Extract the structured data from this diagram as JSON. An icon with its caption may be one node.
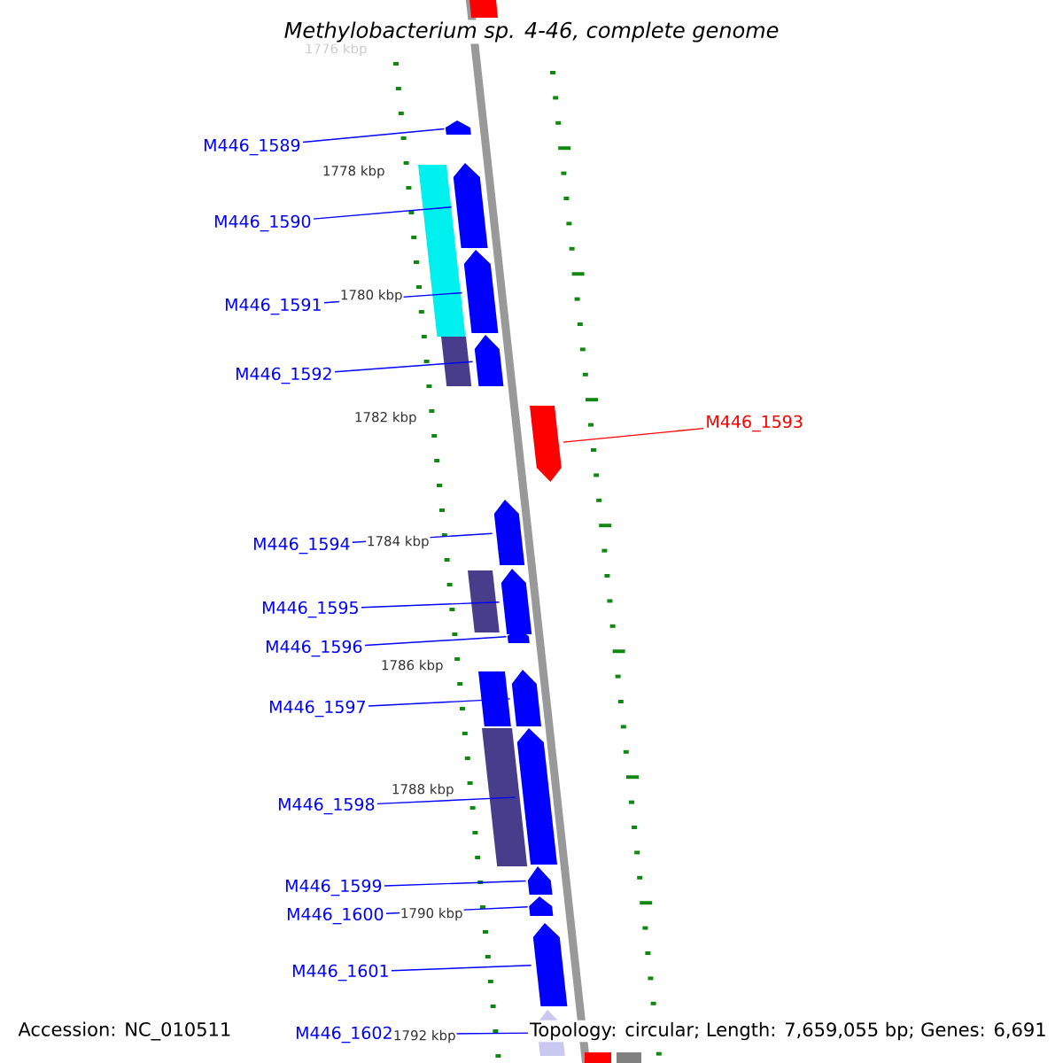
{
  "diagram": {
    "title": "Methylobacterium sp. 4-46, complete genome",
    "nodes": [
      {
        "text": [
          "M446_1589"
        ]
      },
      {
        "text": [
          "M446_1590"
        ]
      },
      {
        "text": [
          "M446_1591"
        ]
      },
      {
        "text": [
          "M446_1592"
        ]
      },
      {
        "text": [
          "M446_1593"
        ]
      },
      {
        "text": [
          "M446_1594"
        ]
      },
      {
        "text": [
          "M446_1595"
        ]
      },
      {
        "text": [
          "M446_1596"
        ]
      },
      {
        "text": [
          "M446_1597"
        ]
      },
      {
        "text": [
          "M446_1598"
        ]
      },
      {
        "text": [
          "M446_1599"
        ]
      },
      {
        "text": [
          "M446_1600"
        ]
      },
      {
        "text": [
          "M446_1601"
        ]
      },
      {
        "text": [
          "M446_1602"
        ]
      },
      {
        "text": [],
        "shape": "arrow"
      },
      {
        "text": [],
        "shape": "arrow"
      },
      {
        "text": [],
        "shape": "arrow"
      },
      {
        "text": [],
        "shape": "arrow"
      },
      {
        "text": [],
        "shape": "arrow"
      },
      {
        "text": [],
        "shape": "arrow"
      },
      {
        "text": [],
        "shape": "arrow"
      },
      {
        "text": [],
        "shape": "arrow"
      },
      {
        "text": [],
        "shape": "arrow"
      },
      {
        "text": [],
        "shape": "arrow"
      },
      {
        "text": [],
        "shape": "arrow"
      },
      {
        "text": [],
        "shape": "arrow"
      },
      {
        "text": [],
        "shape": "arrow"
      },
      {
        "text": [],
        "shape": "arrow"
      },
      {
        "text": [],
        "shape": "bar"
      },
      {
        "text": [],
        "shape": "bar"
      },
      {
        "text": [],
        "shape": "bar"
      },
      {
        "text": [],
        "shape": "bar"
      },
      {
        "text": [],
        "shape": "bar"
      }
    ],
    "edges": [
      {
        "from": 0,
        "to": 14,
        "arrow": "none"
      },
      {
        "from": 1,
        "to": 15,
        "arrow": "none"
      },
      {
        "from": 2,
        "to": 16,
        "arrow": "none"
      },
      {
        "from": 3,
        "to": 17,
        "arrow": "none"
      },
      {
        "from": 4,
        "to": 18,
        "arrow": "none",
        "color": "#ff0000"
      },
      {
        "from": 5,
        "to": 19,
        "arrow": "none"
      },
      {
        "from": 6,
        "to": 20,
        "arrow": "none"
      },
      {
        "from": 7,
        "to": 21,
        "arrow": "none"
      },
      {
        "from": 8,
        "to": 22,
        "arrow": "none"
      },
      {
        "from": 9,
        "to": 23,
        "arrow": "none"
      },
      {
        "from": 10,
        "to": 24,
        "arrow": "none"
      },
      {
        "from": 11,
        "to": 25,
        "arrow": "none"
      },
      {
        "from": 12,
        "to": 26,
        "arrow": "none"
      },
      {
        "from": 13,
        "to": 27,
        "arrow": "none"
      }
    ],
    "labels": [
      "1776 kbp",
      "1778 kbp",
      "1780 kbp",
      "1782 kbp",
      "1784 kbp",
      "1786 kbp",
      "1788 kbp",
      "1790 kbp",
      "1792 kbp",
      "Accession: NC_010511",
      "Topology: circular; Length: 7,659,055 bp; Genes: 6,691"
    ]
  }
}
